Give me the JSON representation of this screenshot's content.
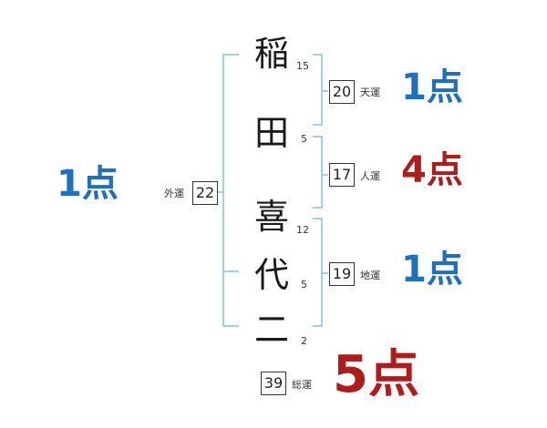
{
  "name": {
    "chars": [
      {
        "char": "稲",
        "strokes": "15"
      },
      {
        "char": "田",
        "strokes": "5"
      },
      {
        "char": "喜",
        "strokes": "12"
      },
      {
        "char": "代",
        "strokes": "5"
      },
      {
        "char": "二",
        "strokes": "2"
      }
    ]
  },
  "fortunes": {
    "gaiun": {
      "label": "外運",
      "value": "22",
      "score": "1点"
    },
    "tenun": {
      "label": "天運",
      "value": "20",
      "score": "1点"
    },
    "jinun": {
      "label": "人運",
      "value": "17",
      "score": "4点"
    },
    "chiun": {
      "label": "地運",
      "value": "19",
      "score": "1点"
    },
    "souun": {
      "label": "総運",
      "value": "39",
      "score": "5点"
    }
  },
  "colors": {
    "good": "#1d6fbf",
    "bad": "#b01c1c",
    "bracket": "#7fc3e6"
  }
}
